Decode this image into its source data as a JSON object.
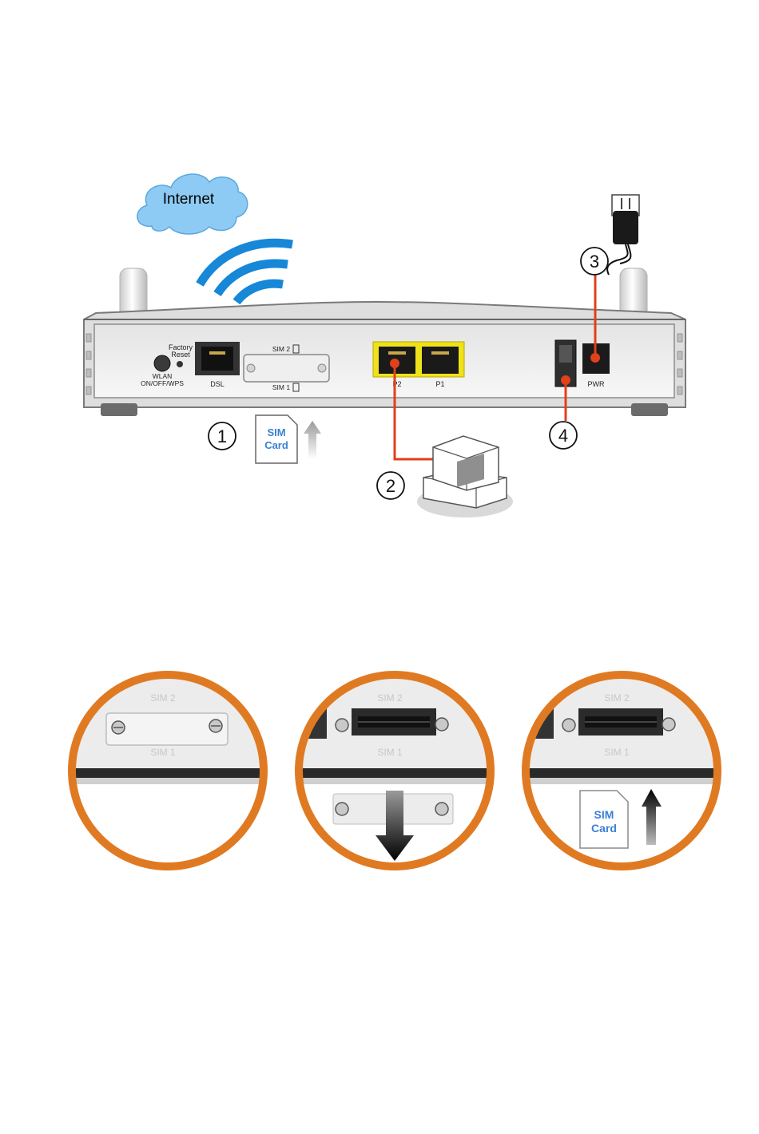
{
  "diagram": {
    "cloud_label": "Internet",
    "panel": {
      "factory_reset_label": "Factory Reset",
      "wlan_label": "WLAN ON/OFF/WPS",
      "dsl_label": "DSL",
      "sim2_label": "SIM 2",
      "sim1_label": "SIM 1",
      "p2_label": "P2",
      "p1_label": "P1",
      "pwr_label": "PWR"
    },
    "callouts": [
      "1",
      "2",
      "3",
      "4"
    ],
    "sim_card_label": "SIM Card"
  },
  "steps": {
    "sim2_label": "SIM 2",
    "sim1_label": "SIM 1",
    "sim_card_label": "SIM Card"
  },
  "colors": {
    "cable": "#e0401b",
    "port_yellow": "#f0e21a",
    "wifi_blue": "#1787d8",
    "cloud_blue": "#8ecbf4",
    "sim_blue": "#3b7fd6",
    "ring_orange": "#e07a22"
  }
}
